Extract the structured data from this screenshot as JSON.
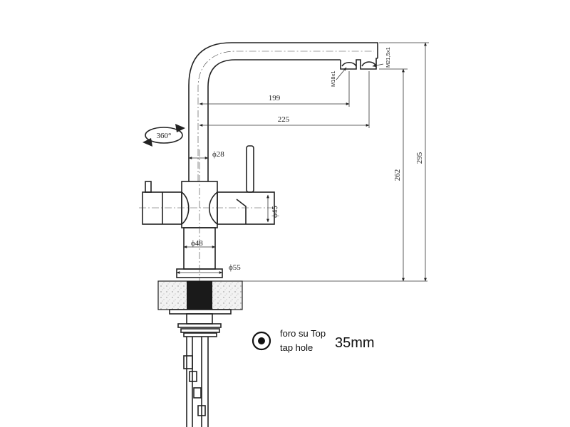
{
  "dimensions": {
    "spout_reach_inner": "199",
    "spout_reach_outer": "225",
    "pipe_diameter": "ϕ28",
    "side_handle_diameter": "ϕ45",
    "body_diameter": "ϕ48",
    "base_diameter": "ϕ55",
    "outlet_height": "262",
    "total_height": "295",
    "rotation": "360°"
  },
  "threads": {
    "small_outlet": "M18x1",
    "large_outlet": "M21,5x1"
  },
  "tap_hole": {
    "label_it": "foro su Top",
    "label_en": "tap hole",
    "size": "35mm"
  }
}
